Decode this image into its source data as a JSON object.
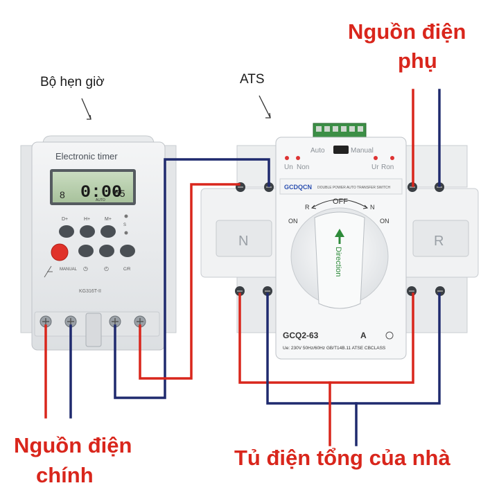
{
  "labels": {
    "timer": "Bộ hẹn giờ",
    "ats": "ATS",
    "aux_source_line1": "Nguồn điện",
    "aux_source_line2": "phụ",
    "main_source_line1": "Nguồn điện",
    "main_source_line2": "chính",
    "main_panel": "Tủ điện tổng của nhà"
  },
  "timer": {
    "title": "Electronic timer",
    "lcd_left": "8",
    "lcd_time": "0:00",
    "lcd_seconds": "55",
    "lcd_auto": "AUTO",
    "btn_d": "D+",
    "btn_h": "H+",
    "btn_m": "M+",
    "btn_s": "S",
    "btn_manual": "MANUAL",
    "btn_cd": "C/R",
    "model": "KG316T-II"
  },
  "ats": {
    "brand": "GCDQCN",
    "subtitle": "DOUBLE POWER AUTO TRANSFER SWITCH",
    "auto": "Auto",
    "manual": "Manual",
    "un": "Un",
    "non": "Non",
    "ur": "Ur",
    "ron": "Ron",
    "off": "OFF",
    "on_left": "ON",
    "r_left": "R",
    "n_right": "N",
    "on_right": "ON",
    "direction": "Direction",
    "n_side": "N",
    "r_side": "R",
    "model": "GCQ2-63",
    "model_tail": "A",
    "spec": "Ue: 230V 50Hz/60Hz GB/T14B.11 ATSE CBCLASS"
  },
  "colors": {
    "wire_red": "#d9261c",
    "wire_blue": "#1f2a6e",
    "label_red": "#d9261c"
  }
}
